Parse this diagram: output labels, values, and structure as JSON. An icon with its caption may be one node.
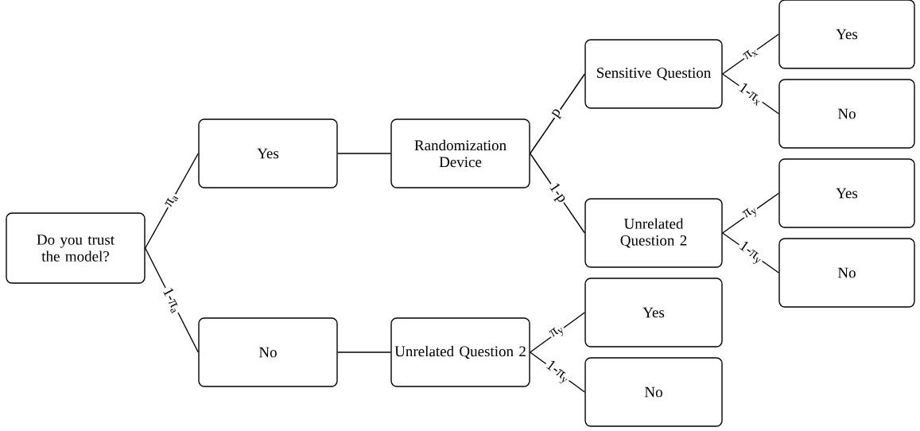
{
  "diagram": {
    "nodes": [
      {
        "text": [
          "Do you trust the model?"
        ]
      },
      {
        "text": [
          "Yes"
        ]
      },
      {
        "text": [
          "No"
        ]
      },
      {
        "text": [
          "Randomization Device"
        ]
      },
      {
        "text": [
          "Unrelated Question 2"
        ]
      },
      {
        "text": [
          "Sensitive Question"
        ]
      },
      {
        "text": [
          "Unrelated Question 2"
        ]
      },
      {
        "text": [
          "Yes"
        ]
      },
      {
        "text": [
          "No"
        ]
      },
      {
        "text": [
          "Yes"
        ]
      },
      {
        "text": [
          "No"
        ]
      },
      {
        "text": [
          "Yes"
        ]
      },
      {
        "text": [
          "No"
        ]
      }
    ],
    "edges": [
      {
        "from": 0,
        "to": 1,
        "arrow": "none",
        "label": "π$_{a}$"
      },
      {
        "from": 0,
        "to": 2,
        "arrow": "none",
        "label": "1-π$_{a}$"
      },
      {
        "from": 1,
        "to": 3,
        "arrow": "none"
      },
      {
        "from": 2,
        "to": 4,
        "arrow": "none"
      },
      {
        "from": 3,
        "to": 5,
        "arrow": "none",
        "label": "p"
      },
      {
        "from": 3,
        "to": 6,
        "arrow": "none",
        "label": "1-p"
      },
      {
        "from": 5,
        "to": 7,
        "arrow": "none",
        "label": "π$_{x}$"
      },
      {
        "from": 5,
        "to": 8,
        "arrow": "none",
        "label": "1-π$_{x}$"
      },
      {
        "from": 6,
        "to": 9,
        "arrow": "none",
        "label": "π$_{y}$"
      },
      {
        "from": 6,
        "to": 10,
        "arrow": "none",
        "label": "1-π$_{y}$"
      },
      {
        "from": 4,
        "to": 11,
        "arrow": "none",
        "label": "π$_{y}$"
      },
      {
        "from": 4,
        "to": 12,
        "arrow": "none",
        "label": "1-π$_{y}$"
      }
    ]
  }
}
